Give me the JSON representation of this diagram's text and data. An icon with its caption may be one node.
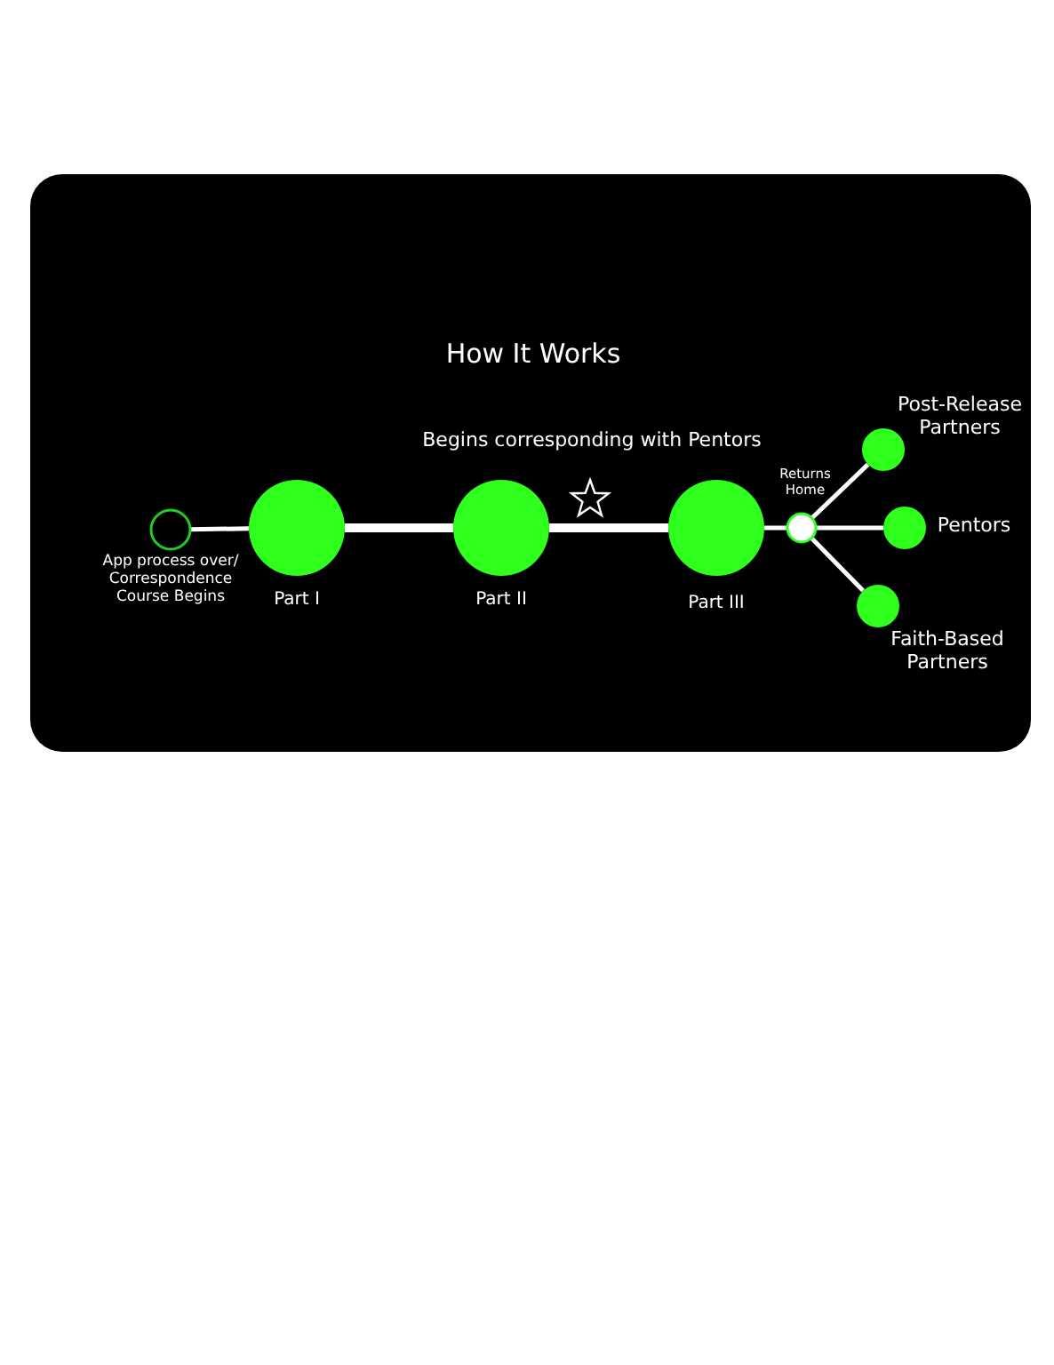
{
  "diagram": {
    "title": "How It Works",
    "nodes": [
      {
        "text": [],
        "shape": "circle",
        "beside": [
          "App process over/ Correspondence Course Begins"
        ]
      },
      {
        "text": [],
        "shape": "circle",
        "beside": [
          "Part I"
        ]
      },
      {
        "text": [],
        "shape": "circle",
        "beside": [
          "Part II"
        ]
      },
      {
        "text": [],
        "shape": "circle",
        "beside": [
          "Part III"
        ]
      },
      {
        "text": [],
        "shape": "circle",
        "beside": [
          "Returns Home"
        ]
      },
      {
        "text": [],
        "shape": "circle",
        "beside": [
          "Post-Release Partners"
        ]
      },
      {
        "text": [],
        "shape": "circle",
        "beside": [
          "Pentors"
        ]
      },
      {
        "text": [],
        "shape": "circle",
        "beside": [
          "Faith-Based Partners"
        ]
      }
    ],
    "edges": [
      {
        "from": 0,
        "to": 1,
        "arrow": "none"
      },
      {
        "from": 1,
        "to": 2,
        "arrow": "none",
        "style": "thick"
      },
      {
        "from": 2,
        "to": 3,
        "arrow": "none",
        "style": "thick"
      },
      {
        "from": 3,
        "to": 4,
        "arrow": "none"
      },
      {
        "from": 4,
        "to": 5,
        "arrow": "none"
      },
      {
        "from": 4,
        "to": 6,
        "arrow": "none"
      },
      {
        "from": 4,
        "to": 7,
        "arrow": "none"
      }
    ],
    "labels": [
      "Begins corresponding with Pentors"
    ]
  }
}
